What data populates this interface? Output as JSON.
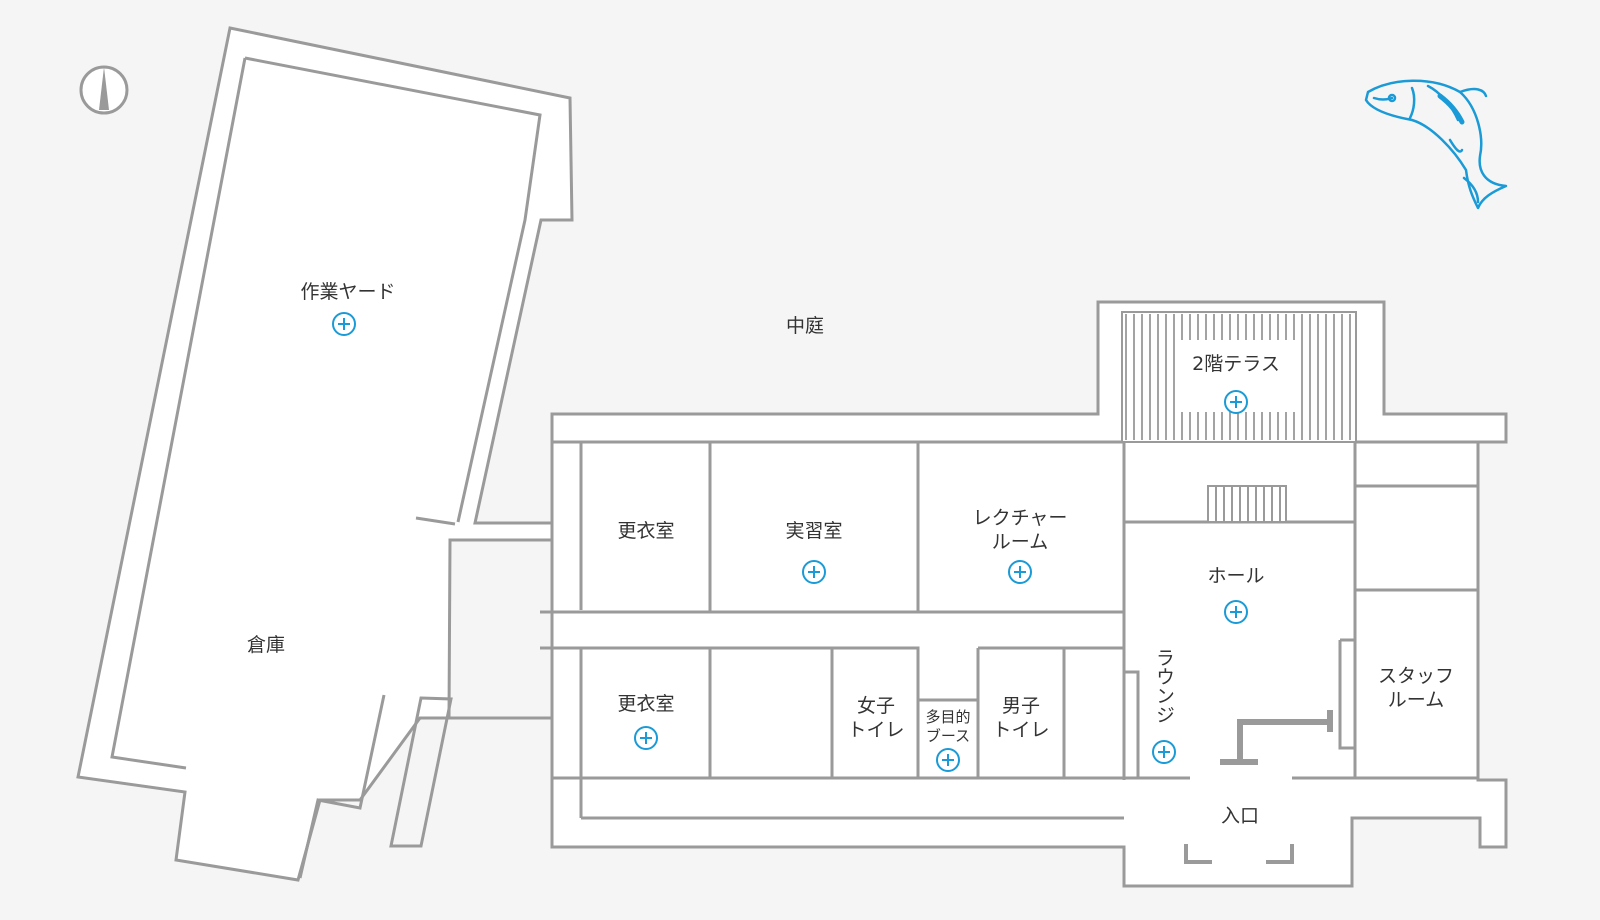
{
  "map": {
    "courtyard_label": "中庭",
    "rooms": {
      "work_yard": "作業ヤード",
      "storage": "倉庫",
      "terrace_2f": "2階テラス",
      "changing_room_upper": "更衣室",
      "practice_room": "実習室",
      "lecture_room_line1": "レクチャー",
      "lecture_room_line2": "ルーム",
      "hall": "ホール",
      "staff_room_line1": "スタッフ",
      "staff_room_line2": "ルーム",
      "changing_room_lower": "更衣室",
      "womens_toilet_line1": "女子",
      "womens_toilet_line2": "トイレ",
      "multipurpose_line1": "多目的",
      "multipurpose_line2": "ブース",
      "mens_toilet_line1": "男子",
      "mens_toilet_line2": "トイレ",
      "lounge": "ラウンジ",
      "entrance": "入口"
    },
    "colors": {
      "background": "#f5f5f5",
      "wall": "#9a9a9a",
      "room_fill": "#ffffff",
      "hotspot_accent": "#1a9ad6",
      "text": "#333333"
    },
    "icons": {
      "compass": "north-arrow-icon",
      "mascot": "fish-illustration",
      "hotspot": "plus-circle-icon"
    }
  }
}
